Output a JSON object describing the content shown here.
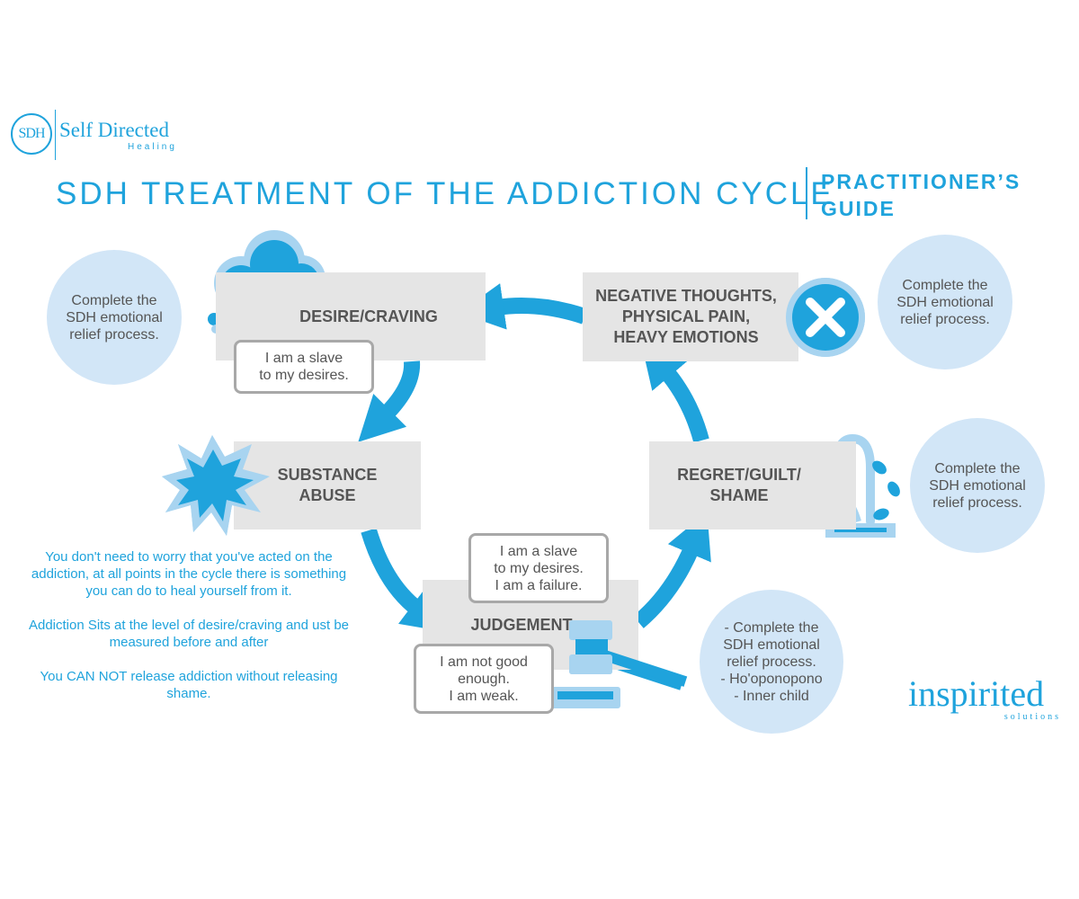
{
  "logo_sdh": {
    "initials": "SDH",
    "name": "Self Directed",
    "subtitle": "Healing"
  },
  "title": "SDH TREATMENT OF THE ADDICTION CYCLE",
  "guide": "PRACTITIONER’S\nGUIDE",
  "stages": {
    "desire": "DESIRE/CRAVING",
    "negative": "NEGATIVE THOUGHTS,\nPHYSICAL PAIN,\nHEAVY EMOTIONS",
    "substance": "SUBSTANCE\nABUSE",
    "regret": "REGRET/GUILT/\nSHAME",
    "judgement": "JUDGEMENT"
  },
  "beliefs": {
    "desire": "I am a slave\nto my desires.",
    "judgement_top": "I am a slave\nto my desires.\nI am a failure.",
    "judgement_bottom": "I am not good\nenough.\nI am weak."
  },
  "advice": {
    "left": "Complete the\nSDH emotional\nrelief process.",
    "right_top": "Complete the\nSDH emotional\nrelief process.",
    "right_mid": "Complete the\nSDH emotional\nrelief process.",
    "bottom": "- Complete the\nSDH emotional\nrelief process.\n- Ho'oponopono\n- Inner child"
  },
  "notes": [
    "You don't need to worry that you've acted on the addiction, at all points in the cycle there is something you can do to heal yourself from it.",
    "Addiction Sits at the level of desire/craving and ust be measured before and after",
    "You CAN NOT release addiction without releasing shame."
  ],
  "logo_inspirited": {
    "name": "inspirited",
    "subtitle": "solutions"
  },
  "icons": {
    "desire": "cloud-icon",
    "negative": "x-circle-icon",
    "substance": "explosion-icon",
    "regret": "wilting-plant-icon",
    "judgement": "gavel-icon"
  },
  "colors": {
    "accent": "#1fa3dc",
    "light_accent": "#a8d4f0",
    "circle_fill": "#d2e6f7",
    "box_fill": "#e5e5e5"
  }
}
